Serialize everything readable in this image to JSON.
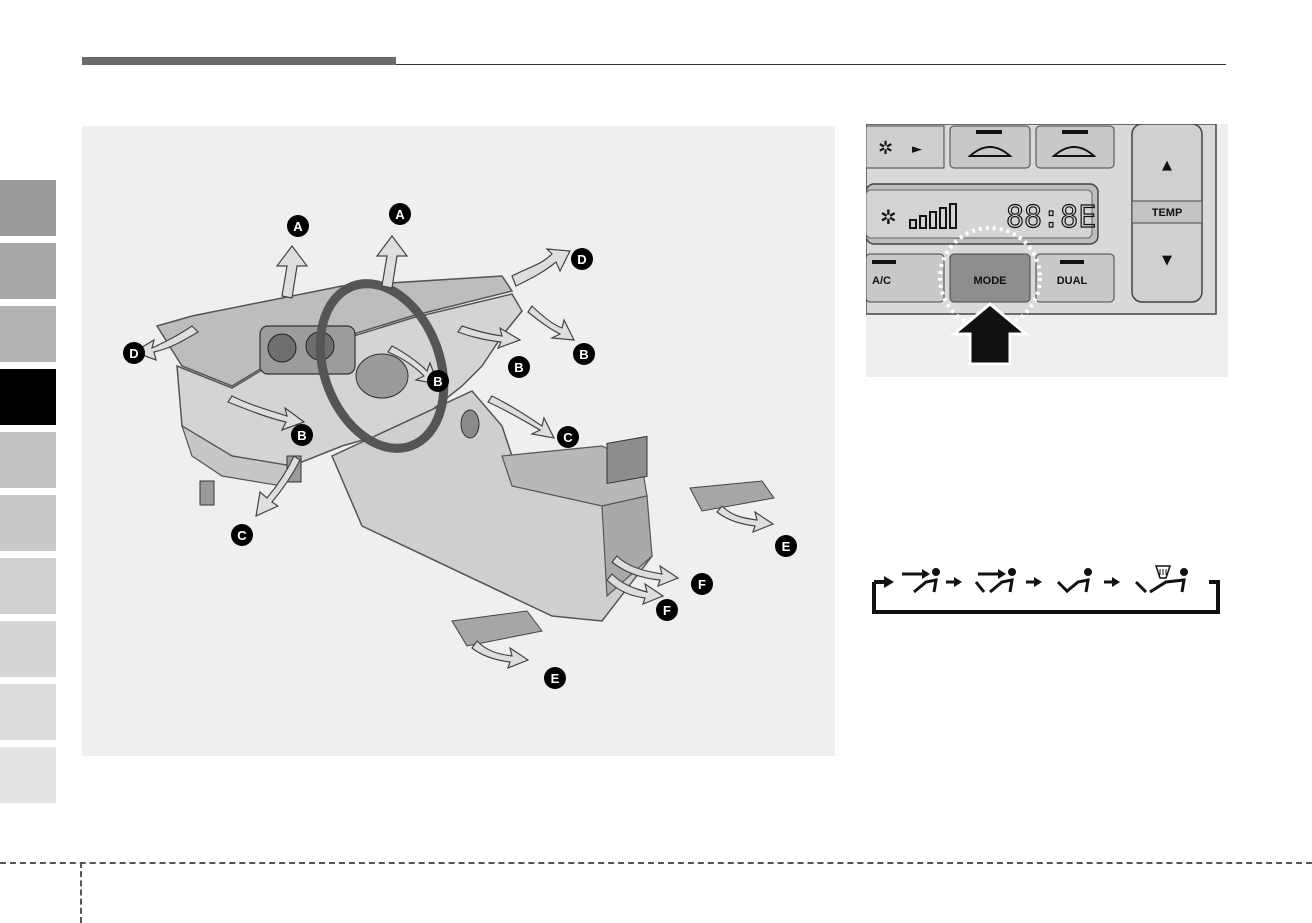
{
  "side_tabs": [
    {
      "color": "#9a9a9a"
    },
    {
      "color": "#a8a8a8"
    },
    {
      "color": "#b4b4b4"
    },
    {
      "color": "#000000"
    },
    {
      "color": "#c2c2c2"
    },
    {
      "color": "#c9c9c9"
    },
    {
      "color": "#d0d0d0"
    },
    {
      "color": "#d6d6d6"
    },
    {
      "color": "#dcdcdc"
    },
    {
      "color": "#e4e4e4"
    }
  ],
  "vents": {
    "a": "A",
    "b": "B",
    "c": "C",
    "d": "D",
    "e": "E",
    "f": "F"
  },
  "panel": {
    "temp_label": "TEMP",
    "ac_label": "A/C",
    "mode_label": "MODE",
    "dual_label": "DUAL",
    "display_digits": "88:8E",
    "up_arrow": "▲",
    "down_arrow": "▼",
    "fan_arrow": "►"
  },
  "colors": {
    "figure_bg": "#efefef",
    "header_bar": "#6a6a6a",
    "active_tab": "#000000"
  }
}
